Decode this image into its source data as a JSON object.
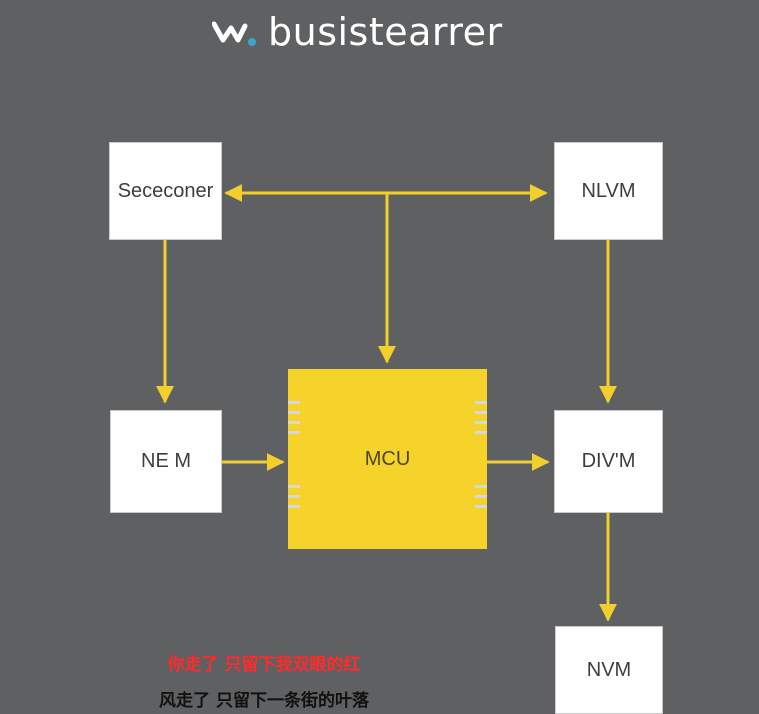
{
  "brand": {
    "name": "busistearrer",
    "logo_icon": "w-logo-icon",
    "logo_dot_color": "#3aa6c9"
  },
  "diagram": {
    "nodes": {
      "sececoner": "Sececoner",
      "nlvm": "NLVM",
      "nem": "NE M",
      "mcu": "MCU",
      "divm": "DIV'M",
      "nvm": "NVM"
    },
    "colors": {
      "arrow": "#f2cf2b",
      "mcu_fill": "#f6d32b",
      "box_fill": "#ffffff",
      "background": "#5f6062"
    }
  },
  "subtitles": {
    "line1": "你走了 只留下我双眼的红",
    "line2": "风走了 只留下一条街的叶落"
  }
}
